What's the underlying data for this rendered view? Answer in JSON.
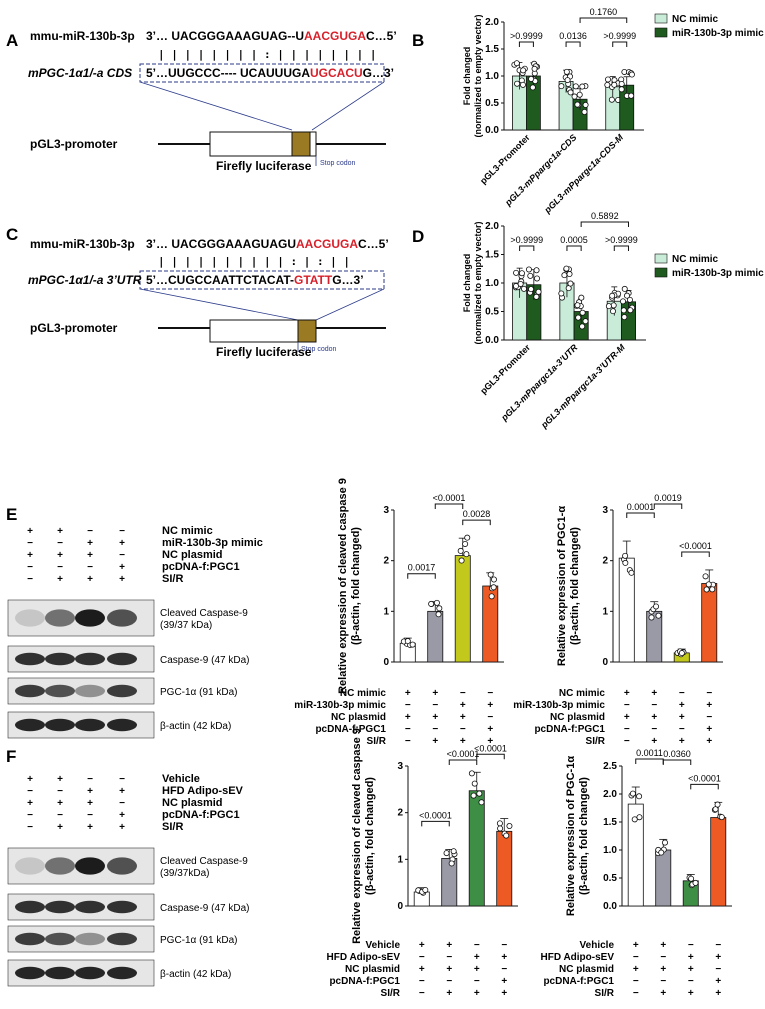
{
  "panels": {
    "A": {
      "letter": "A",
      "mirna_label": "mmu-miR-130b-3p",
      "mirna_seq_start": "3’… UACGGGAAAGUAG--U",
      "mirna_seq_red": "AACGUGA",
      "mirna_seq_end": "C…5’",
      "pairing": "| | | | | |        | | : |   | | | | | | |",
      "target_label": "mPGC-1α1/-a CDS",
      "target_seq_start": "5’…UUGCCC---- UCAUUUGA",
      "target_seq_red": "UGCACU",
      "target_seq_end": "G…3’",
      "construct": "pGL3-promoter",
      "gene": "Firefly luciferase",
      "stop": "Stop codon"
    },
    "C": {
      "letter": "C",
      "mirna_label": "mmu-miR-130b-3p",
      "mirna_seq_start": "3’… UACGGGAAAGUAGU",
      "mirna_seq_red": "AACGUGA",
      "mirna_seq_end": "C…5’",
      "pairing": "| | | |      | | | |   | | :   | : | |",
      "target_label": "mPGC-1α1/-a 3’UTR",
      "target_seq_start": "5’…CUGCCAATTCTACAT-",
      "target_seq_red": "GTATT",
      "target_seq_end": "G…3’",
      "construct": "pGL3-promoter",
      "gene": "Firefly luciferase",
      "stop": "Stop codon"
    },
    "B": {
      "letter": "B"
    },
    "D": {
      "letter": "D"
    },
    "E": {
      "letter": "E",
      "rows": [
        {
          "label": "NC mimic",
          "signs": [
            "+",
            "+",
            "−",
            "−"
          ]
        },
        {
          "label": "miR-130b-3p mimic",
          "signs": [
            "−",
            "−",
            "+",
            "+"
          ]
        },
        {
          "label": "NC plasmid",
          "signs": [
            "+",
            "+",
            "+",
            "−"
          ]
        },
        {
          "label": "pcDNA-f:PGC1",
          "signs": [
            "−",
            "−",
            "−",
            "+"
          ]
        },
        {
          "label": "SI/R",
          "signs": [
            "−",
            "+",
            "+",
            "+"
          ]
        }
      ],
      "bands": [
        "Cleaved Caspase-9 (39/37 kDa)",
        "Caspase-9 (47 kDa)",
        "PGC-1α (91 kDa)",
        "β-actin (42 kDa)"
      ]
    },
    "F": {
      "letter": "F",
      "rows": [
        {
          "label": "Vehicle",
          "signs": [
            "+",
            "+",
            "−",
            "−"
          ]
        },
        {
          "label": "HFD Adipo-sEV",
          "signs": [
            "−",
            "−",
            "+",
            "+"
          ]
        },
        {
          "label": "NC plasmid",
          "signs": [
            "+",
            "+",
            "+",
            "−"
          ]
        },
        {
          "label": "pcDNA-f:PGC1",
          "signs": [
            "−",
            "−",
            "−",
            "+"
          ]
        },
        {
          "label": "SI/R",
          "signs": [
            "−",
            "+",
            "+",
            "+"
          ]
        }
      ],
      "bands": [
        "Cleaved Caspase-9 (39/37kDa)",
        "Caspase-9 (47 kDa)",
        "PGC-1α (91 kDa)",
        "β-actin (42 kDa)"
      ]
    }
  },
  "chart_data": [
    {
      "id": "B",
      "type": "bar",
      "categories": [
        "pGL3-Promoter",
        "pGL3-mPpargc1a-CDS",
        "pGL3-mPpargc1a-CDS-M"
      ],
      "series": [
        {
          "name": "NC mimic",
          "values": [
            1.0,
            0.9,
            0.8
          ],
          "color": "#c8ecd8"
        },
        {
          "name": "miR-130b-3p mimic",
          "values": [
            1.0,
            0.57,
            0.83
          ],
          "color": "#1f5a1f"
        }
      ],
      "ylabel": "Fold changed (normalized to empty vector)",
      "ylim": [
        0,
        2.0
      ],
      "yticks": [
        "0.0",
        "0.5",
        "1.0",
        "1.5",
        "2.0"
      ],
      "pvalues": [
        ">0.9999",
        "0.0136",
        ">0.9999",
        "0.1760"
      ]
    },
    {
      "id": "D",
      "type": "bar",
      "categories": [
        "pGL3-Promoter",
        "pGL3-mPpargc1a-3’UTR",
        "pGL3-mPpargc1a-3’UTR-M"
      ],
      "series": [
        {
          "name": "NC mimic",
          "values": [
            1.0,
            1.0,
            0.68
          ],
          "color": "#c8ecd8"
        },
        {
          "name": "miR-130b-3p mimic",
          "values": [
            0.97,
            0.5,
            0.67
          ],
          "color": "#1f5a1f"
        }
      ],
      "ylabel": "Fold changed (normalized to empty vector)",
      "ylim": [
        0,
        2.0
      ],
      "yticks": [
        "0.0",
        "0.5",
        "1.0",
        "1.5",
        "2.0"
      ],
      "pvalues": [
        ">0.9999",
        "0.0005",
        ">0.9999",
        "0.5892"
      ]
    },
    {
      "id": "E1",
      "type": "bar",
      "categories": [
        "1",
        "2",
        "3",
        "4"
      ],
      "values": [
        0.37,
        1.0,
        2.1,
        1.5
      ],
      "colors": [
        "#ffffff",
        "#9a9aa6",
        "#c2c81c",
        "#ee5a23"
      ],
      "ylabel": "Relative expression of cleaved caspase 9 (β-actin, fold changed)",
      "ylim": [
        0,
        3
      ],
      "yticks": [
        "0",
        "1",
        "2",
        "3"
      ],
      "pvalues": [
        "0.0017",
        "0.0028",
        "<0.0001"
      ],
      "rows": [
        {
          "label": "NC mimic",
          "signs": [
            "+",
            "+",
            "−",
            "−"
          ]
        },
        {
          "label": "miR-130b-3p mimic",
          "signs": [
            "−",
            "−",
            "+",
            "+"
          ]
        },
        {
          "label": "NC plasmid",
          "signs": [
            "+",
            "+",
            "+",
            "−"
          ]
        },
        {
          "label": "pcDNA-f:PGC1",
          "signs": [
            "−",
            "−",
            "−",
            "+"
          ]
        },
        {
          "label": "SI/R",
          "signs": [
            "−",
            "+",
            "+",
            "+"
          ]
        }
      ]
    },
    {
      "id": "E2",
      "type": "bar",
      "categories": [
        "1",
        "2",
        "3",
        "4"
      ],
      "values": [
        2.05,
        1.0,
        0.18,
        1.55
      ],
      "colors": [
        "#ffffff",
        "#9a9aa6",
        "#c2c81c",
        "#ee5a23"
      ],
      "ylabel": "Relative expression of PGC1-α (β-actin, fold changed)",
      "ylim": [
        0,
        3
      ],
      "yticks": [
        "0",
        "1",
        "2",
        "3"
      ],
      "pvalues": [
        "0.0001",
        "<0.0001",
        "0.0019"
      ],
      "rows": [
        {
          "label": "NC mimic",
          "signs": [
            "+",
            "+",
            "−",
            "−"
          ]
        },
        {
          "label": "miR-130b-3p mimic",
          "signs": [
            "−",
            "−",
            "+",
            "+"
          ]
        },
        {
          "label": "NC plasmid",
          "signs": [
            "+",
            "+",
            "+",
            "−"
          ]
        },
        {
          "label": "pcDNA-f:PGC1",
          "signs": [
            "−",
            "−",
            "−",
            "+"
          ]
        },
        {
          "label": "SI/R",
          "signs": [
            "−",
            "+",
            "+",
            "+"
          ]
        }
      ]
    },
    {
      "id": "F1",
      "type": "bar",
      "categories": [
        "1",
        "2",
        "3",
        "4"
      ],
      "values": [
        0.3,
        1.02,
        2.47,
        1.6
      ],
      "colors": [
        "#ffffff",
        "#9a9aa6",
        "#3e8e45",
        "#ee5a23"
      ],
      "ylabel": "Relative expression of cleaved caspase 9 (β-actin, fold changed)",
      "ylim": [
        0,
        3
      ],
      "yticks": [
        "0",
        "1",
        "2",
        "3"
      ],
      "pvalues": [
        "<0.0001",
        "<0.0001",
        "<0.0001"
      ],
      "rows": [
        {
          "label": "Vehicle",
          "signs": [
            "+",
            "+",
            "−",
            "−"
          ]
        },
        {
          "label": "HFD Adipo-sEV",
          "signs": [
            "−",
            "−",
            "+",
            "+"
          ]
        },
        {
          "label": "NC plasmid",
          "signs": [
            "+",
            "+",
            "+",
            "−"
          ]
        },
        {
          "label": "pcDNA-f:PGC1",
          "signs": [
            "−",
            "−",
            "−",
            "+"
          ]
        },
        {
          "label": "SI/R",
          "signs": [
            "−",
            "+",
            "+",
            "+"
          ]
        }
      ]
    },
    {
      "id": "F2",
      "type": "bar",
      "categories": [
        "1",
        "2",
        "3",
        "4"
      ],
      "values": [
        1.82,
        1.0,
        0.45,
        1.58
      ],
      "colors": [
        "#ffffff",
        "#9a9aa6",
        "#3e8e45",
        "#ee5a23"
      ],
      "ylabel": "Relative expression of PGC-1α (β-actin, fold changed)",
      "ylim": [
        0,
        2.5
      ],
      "yticks": [
        "0.0",
        "0.5",
        "1.0",
        "1.5",
        "2.0",
        "2.5"
      ],
      "pvalues": [
        "0.0011",
        "<0.0001",
        "0.0360"
      ],
      "rows": [
        {
          "label": "Vehicle",
          "signs": [
            "+",
            "+",
            "−",
            "−"
          ]
        },
        {
          "label": "HFD Adipo-sEV",
          "signs": [
            "−",
            "−",
            "+",
            "+"
          ]
        },
        {
          "label": "NC plasmid",
          "signs": [
            "+",
            "+",
            "+",
            "−"
          ]
        },
        {
          "label": "pcDNA-f:PGC1",
          "signs": [
            "−",
            "−",
            "−",
            "+"
          ]
        },
        {
          "label": "SI/R",
          "signs": [
            "−",
            "+",
            "+",
            "+"
          ]
        }
      ]
    }
  ]
}
